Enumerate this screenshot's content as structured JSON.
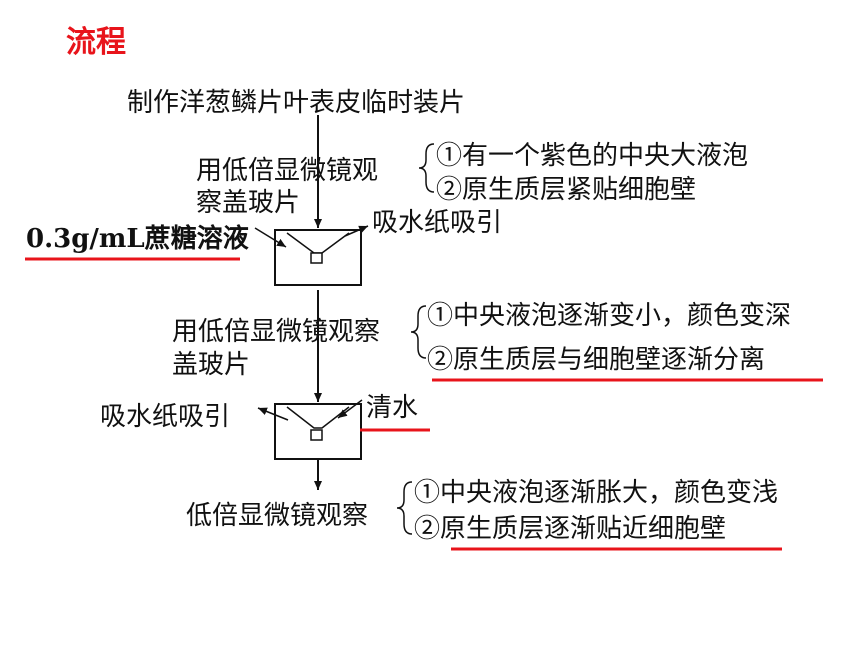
{
  "title": "流程",
  "colors": {
    "accent": "#e8141b",
    "text": "#111111"
  },
  "steps": {
    "step1": "制作洋葱鳞片叶表皮临时装片",
    "observe1_line1": "用低倍显微镜观",
    "observe1_line2": "察盖玻片",
    "obs1_item1": "①有一个紫色的中央大液泡",
    "obs1_item2": "②原生质层紧贴细胞壁",
    "reagent1": "0.3g/mL蔗糖溶液",
    "absorb1": "吸水纸吸引",
    "observe2_line1": "用低倍显微镜观察",
    "observe2_line2": "盖玻片",
    "obs2_item1": "①中央液泡逐渐变小，颜色变深",
    "obs2_item2": "②原生质层与细胞壁逐渐分离",
    "absorb2": "吸水纸吸引",
    "reagent2": "清水",
    "observe3": "低倍显微镜观察",
    "obs3_item1": "①中央液泡逐渐胀大，颜色变浅",
    "obs3_item2": "②原生质层逐渐贴近细胞壁"
  }
}
